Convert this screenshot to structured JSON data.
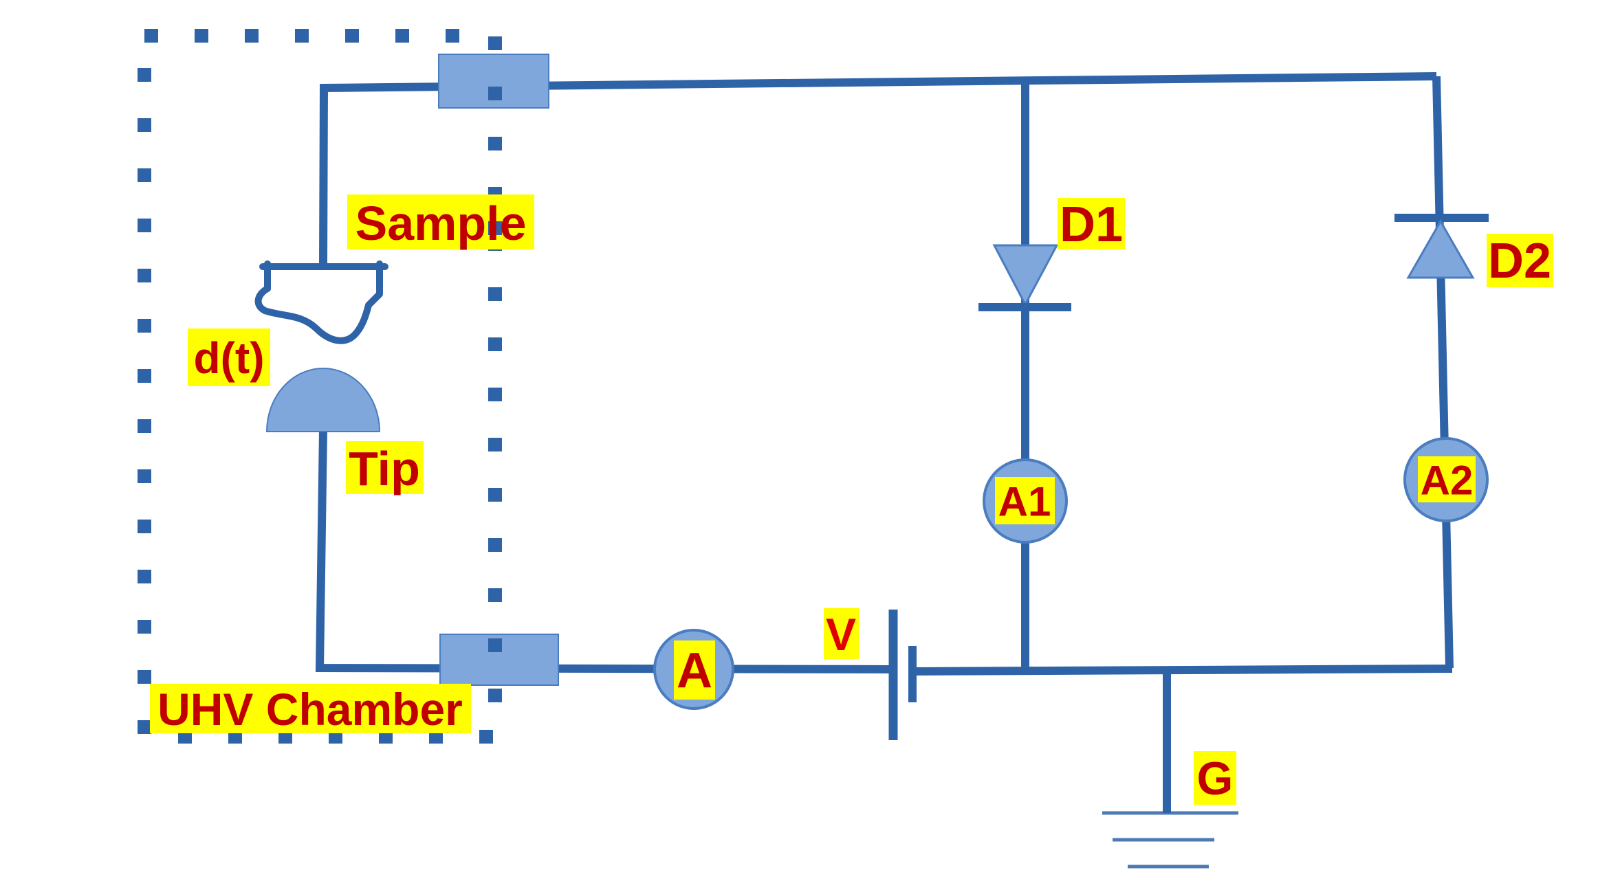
{
  "diagram_title": "STM tip-sample tunneling circuit with UHV chamber",
  "colors": {
    "wire": "#2F63A7",
    "fill": "#7FA7DB",
    "comp_stroke": "#4A7CC0",
    "label_bg": "#FFFF00",
    "label_text": "#C00000",
    "v_text": "#E00000"
  },
  "labels": {
    "sample": "Sample",
    "distance": "d(t)",
    "tip": "Tip",
    "chamber": "UHV Chamber",
    "diode1": "D1",
    "diode2": "D2",
    "ammeter_main": "A",
    "ammeter1": "A1",
    "ammeter2": "A2",
    "voltage": "V",
    "ground": "G"
  },
  "components": {
    "chamber": "dashed rectangle enclosing sample and tip",
    "feedthroughs": "two light blue rectangles where wires pass chamber wall",
    "sample_holder": "wavy open bracket hanging from top wire",
    "tip": "light blue dome facing sample gap d(t)",
    "battery": "long and short plate pair labeled V",
    "diode_d1": "downward triangle diode in middle branch",
    "diode_d2": "upward triangle diode in right branch",
    "ground": "three-bar ground symbol labeled G"
  }
}
